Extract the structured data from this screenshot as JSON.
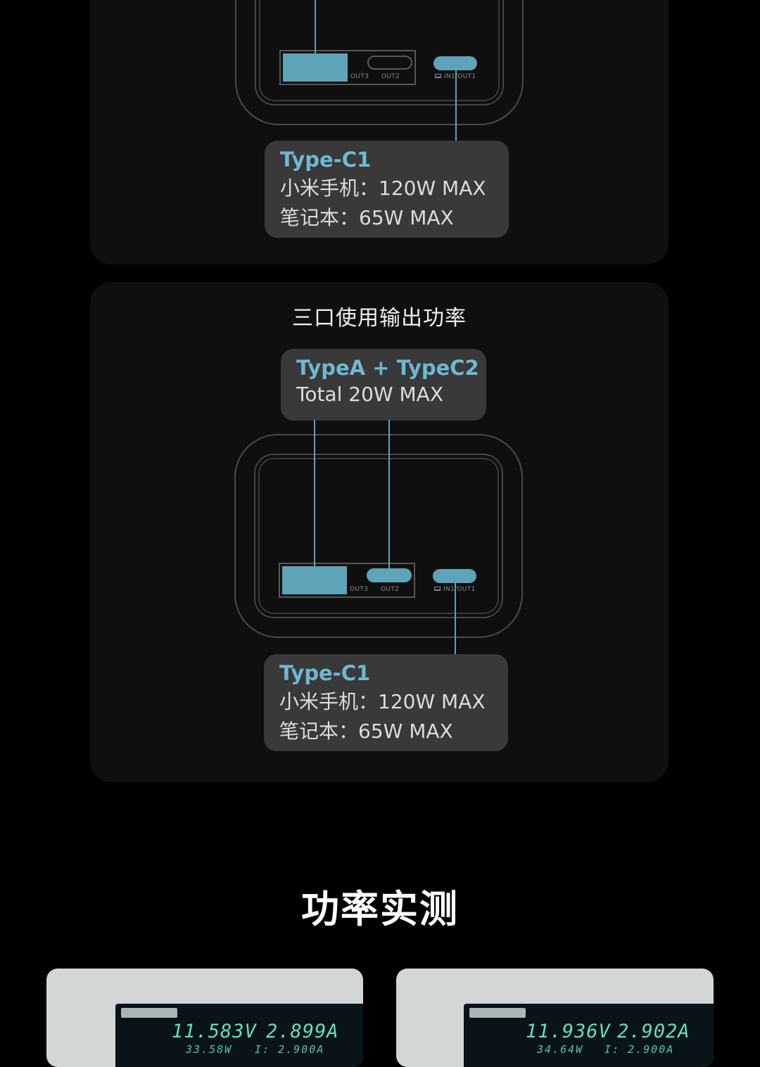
{
  "card1": {
    "ports": {
      "out3": "OUT3",
      "out2": "OUT2",
      "in1out1": "IN1/OUT1"
    },
    "callout_c1": {
      "head": "Type-C1",
      "line1": "小米手机：120W MAX",
      "line2": "笔记本：65W MAX"
    }
  },
  "card2": {
    "title": "三口使用输出功率",
    "callout_top": {
      "head": "TypeA + TypeC2",
      "line1": "Total 20W MAX"
    },
    "ports": {
      "out3": "OUT3",
      "out2": "OUT2",
      "in1out1": "IN1/OUT1"
    },
    "callout_c1": {
      "head": "Type-C1",
      "line1": "小米手机：120W MAX",
      "line2": "笔记本：65W MAX"
    }
  },
  "section_heading": "功率实测",
  "photos": [
    {
      "voltage": "11.583V",
      "current": "2.899A",
      "power": "33.58W",
      "set_current": "I: 2.900A"
    },
    {
      "voltage": "11.936V",
      "current": "2.902A",
      "power": "34.64W",
      "set_current": "I: 2.900A"
    }
  ],
  "colors": {
    "accent": "#5fa3b8",
    "callout_bg": "#393939",
    "card_bg": "#0f0f0f"
  }
}
